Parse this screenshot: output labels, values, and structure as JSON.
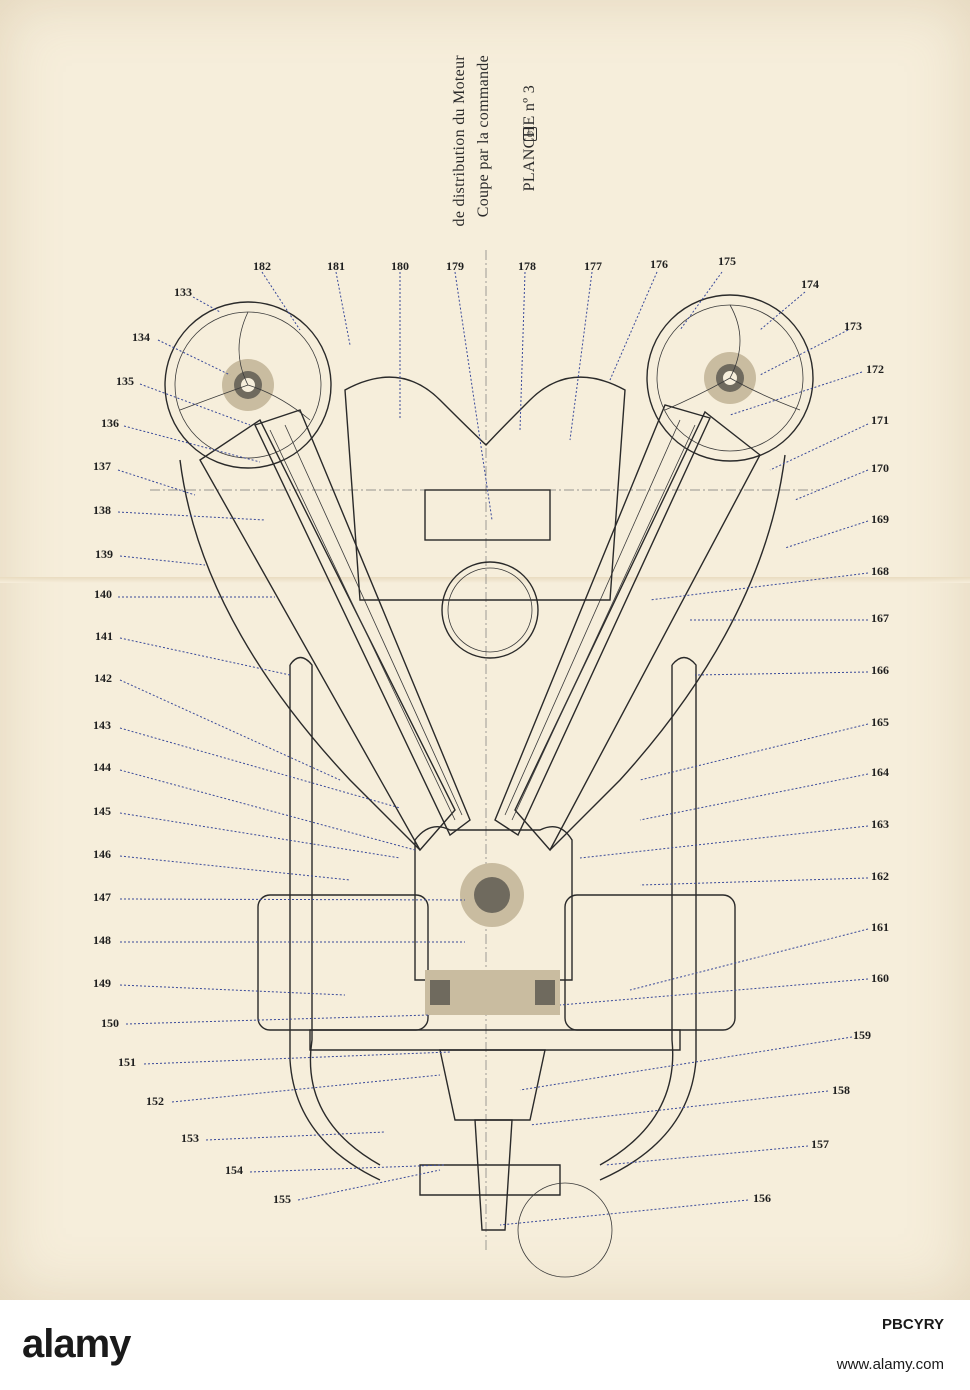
{
  "plate": {
    "title_line1": "PLANCHE nº 3",
    "logo_char": "◎",
    "title_line2": "Coupe par la commande",
    "title_line3": "de distribution du Moteur"
  },
  "labels": {
    "top": [
      "182",
      "181",
      "180",
      "179",
      "178",
      "177",
      "176",
      "175",
      "174",
      "173"
    ],
    "left": [
      "133",
      "134",
      "135",
      "136",
      "137",
      "138",
      "139",
      "140",
      "141",
      "142",
      "143",
      "144",
      "145",
      "146",
      "147",
      "148",
      "149",
      "150",
      "151",
      "152",
      "153",
      "154",
      "155"
    ],
    "right": [
      "172",
      "171",
      "170",
      "169",
      "168",
      "167",
      "166",
      "165",
      "164",
      "163",
      "162",
      "161",
      "160",
      "159",
      "158",
      "157",
      "156"
    ]
  },
  "footer": {
    "brand": "alamy",
    "image_id": "PBCYRY",
    "url": "www.alamy.com"
  },
  "colors": {
    "paper": "#f6eedb",
    "ink": "#2a2a2a",
    "leader": "#3a4a9a"
  }
}
